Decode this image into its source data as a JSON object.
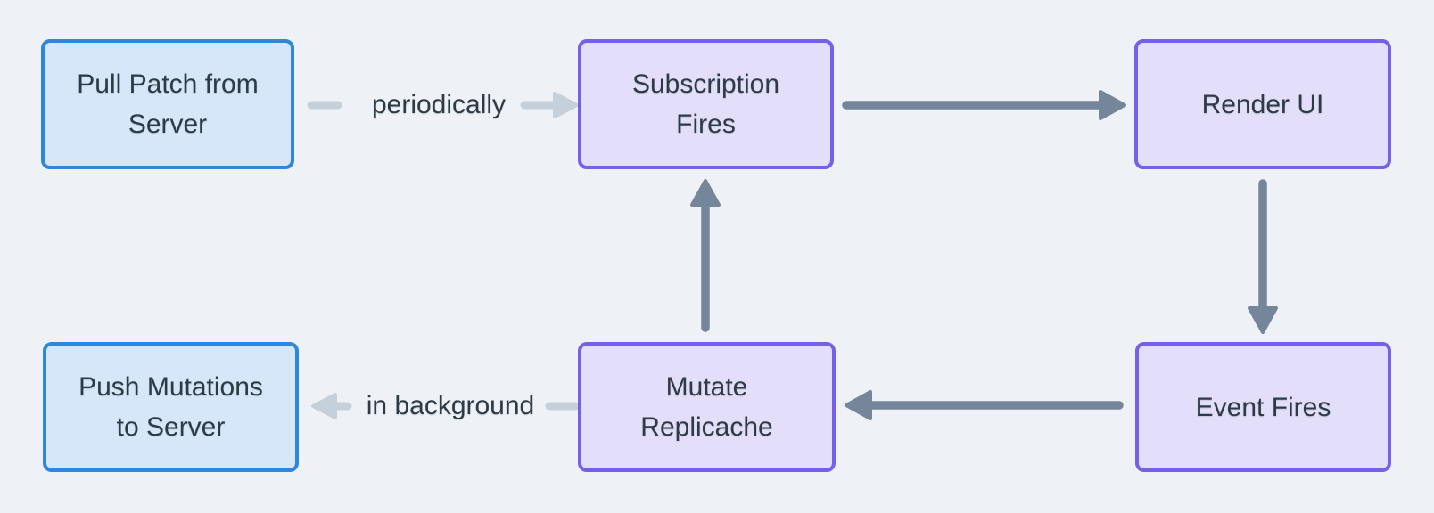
{
  "diagram": {
    "nodes": [
      {
        "id": "pull-patch-from-server",
        "label": "Pull Patch from Server",
        "style": "blue"
      },
      {
        "id": "subscription-fires",
        "label": "Subscription Fires",
        "style": "purple"
      },
      {
        "id": "render-ui",
        "label": "Render UI",
        "style": "purple"
      },
      {
        "id": "push-mutations-to-server",
        "label": "Push Mutations to Server",
        "style": "blue"
      },
      {
        "id": "mutate-replicache",
        "label": "Mutate Replicache",
        "style": "purple"
      },
      {
        "id": "event-fires",
        "label": "Event Fires",
        "style": "purple"
      }
    ],
    "edges": [
      {
        "from": "pull-patch-from-server",
        "to": "subscription-fires",
        "label": "periodically",
        "style": "light"
      },
      {
        "from": "subscription-fires",
        "to": "render-ui",
        "label": "",
        "style": "dark"
      },
      {
        "from": "render-ui",
        "to": "event-fires",
        "label": "",
        "style": "dark"
      },
      {
        "from": "event-fires",
        "to": "mutate-replicache",
        "label": "",
        "style": "dark"
      },
      {
        "from": "mutate-replicache",
        "to": "subscription-fires",
        "label": "",
        "style": "dark"
      },
      {
        "from": "mutate-replicache",
        "to": "push-mutations-to-server",
        "label": "in background",
        "style": "light"
      }
    ],
    "colors": {
      "background": "#eef2f6",
      "blue_node_fill": "#d5e7f8",
      "blue_node_border": "#2e87d8",
      "purple_node_fill": "#e3def9",
      "purple_node_border": "#7560e9",
      "dark_arrow": "#75859a",
      "light_arrow": "#c6d0da",
      "text": "#2e3b47"
    }
  }
}
